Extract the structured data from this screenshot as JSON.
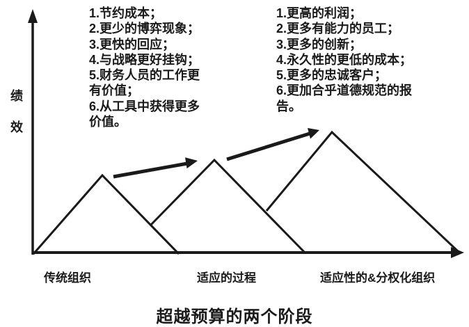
{
  "caption": "超越预算的两个阶段",
  "y_axis": {
    "label": "绩效",
    "chars": [
      "绩",
      "效"
    ]
  },
  "x_axis": {
    "stage_labels": [
      "传统组织",
      "适应的过程",
      "适应性的&分权化组织"
    ]
  },
  "left_benefits": {
    "items": [
      "1.节约成本；",
      "2.更少的博弈现象；",
      "3.更快的回应；",
      "4.与战略更好挂钩；",
      "5.财务人员的工作更有价值；",
      "6.从工具中获得更多价值。"
    ]
  },
  "right_benefits": {
    "items": [
      "1.更高的利润；",
      "2.更多有能力的员工；",
      "3.更多的创新；",
      "4.永久性的更低的成本；",
      "5.更多的忠诚客户；",
      "6.更加合乎道德规范的报告。"
    ]
  },
  "colors": {
    "ink": "#1a1a1a",
    "background": "#ffffff"
  },
  "chart_data": {
    "type": "area",
    "title": "超越预算的两个阶段",
    "ylabel": "绩效",
    "xlabel": "",
    "legend": "none",
    "grid": false,
    "stages": [
      {
        "label": "传统组织",
        "relative_peak_performance": 0.66
      },
      {
        "label": "适应的过程",
        "relative_peak_performance": 0.78
      },
      {
        "label": "适应性的&分权化组织",
        "relative_peak_performance": 1.0
      }
    ],
    "annotations": [
      "transition arrow from stage 1 peak to stage 2 peak",
      "transition arrow from stage 2 peak to stage 3 peak"
    ]
  }
}
